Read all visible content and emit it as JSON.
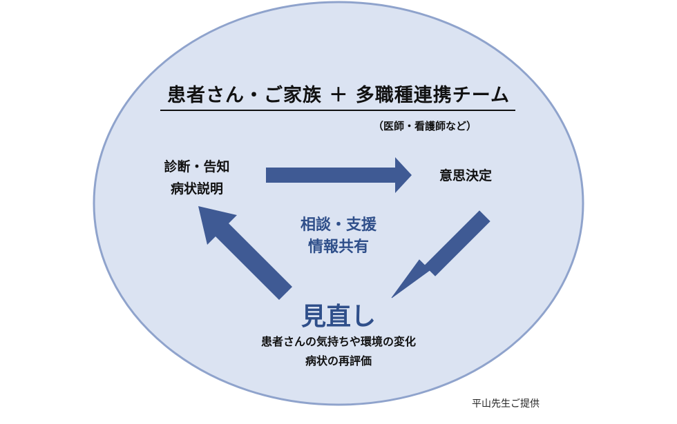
{
  "title": {
    "main": "患者さん・ご家族 ＋ 多職種連携チーム",
    "sub": "（医師・看護師など）"
  },
  "nodes": {
    "diagnosis": {
      "line1": "診断・告知",
      "line2": "病状説明"
    },
    "decision": {
      "label": "意思決定"
    },
    "review": {
      "title": "見直し",
      "line1": "患者さんの気持ちや環境の変化",
      "line2": "病状の再評価"
    }
  },
  "center": {
    "line1": "相談・支援",
    "line2": "情報共有"
  },
  "credit": "平山先生ご提供",
  "colors": {
    "ellipse_fill": "#dbe3f2",
    "ellipse_stroke": "#8fa3cc",
    "arrow": "#3f5a94",
    "accent_text": "#2f4f8a",
    "text": "#111111"
  }
}
